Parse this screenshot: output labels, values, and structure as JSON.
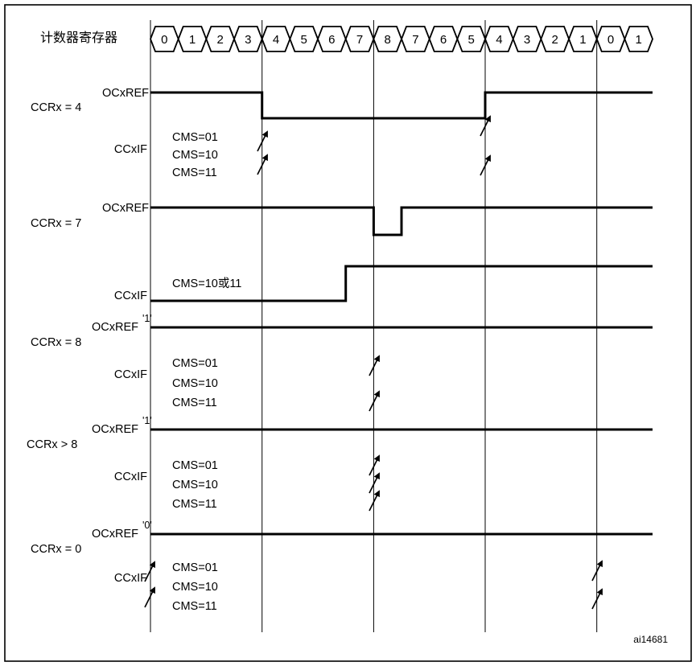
{
  "counter": {
    "label": "计数器寄存器",
    "values": [
      "0",
      "1",
      "2",
      "3",
      "4",
      "5",
      "6",
      "7",
      "8",
      "7",
      "6",
      "5",
      "4",
      "3",
      "2",
      "1",
      "0",
      "1"
    ]
  },
  "figure_id": "ai14681",
  "groups": [
    {
      "ccr_label": "CCRx = 4",
      "ocxref_label": "OCxREF",
      "ccxif_label": "CCxIF",
      "cms_labels": [
        "CMS=01",
        "CMS=10",
        "CMS=11"
      ]
    },
    {
      "ccr_label": "CCRx = 7",
      "ocxref_label": "OCxREF",
      "ccxif_label": "CCxIF",
      "cms_labels": [
        "CMS=10或11"
      ]
    },
    {
      "ccr_label": "CCRx = 8",
      "ocxref_label": "OCxREF",
      "level_label": "'1'",
      "ccxif_label": "CCxIF",
      "cms_labels": [
        "CMS=01",
        "CMS=10",
        "CMS=11"
      ]
    },
    {
      "ccr_label": "CCRx > 8",
      "ocxref_label": "OCxREF",
      "level_label": "'1'",
      "ccxif_label": "CCxIF",
      "cms_labels": [
        "CMS=01",
        "CMS=10",
        "CMS=11"
      ]
    },
    {
      "ccr_label": "CCRx = 0",
      "ocxref_label": "OCxREF",
      "level_label": "'0'",
      "ccxif_label": "CCxIF",
      "cms_labels": [
        "CMS=01",
        "CMS=10",
        "CMS=11"
      ]
    }
  ]
}
